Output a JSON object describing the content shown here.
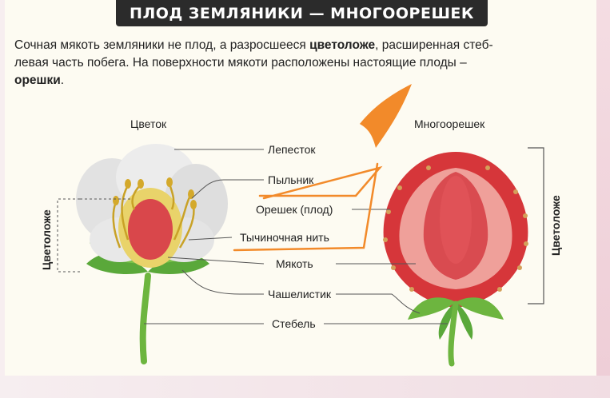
{
  "title": "ПЛОД ЗЕМЛЯНИКИ — МНОГООРЕШЕК",
  "intro": {
    "line1_pre": "Сочная мякоть земляники не плод, а разросшееся ",
    "line1_bold": "цветоложе",
    "line1_post": ", расширенная стеб-",
    "line2": "левая часть побега. На поверхности мякоти расположены настоящие плоды –",
    "line3_bold": "орешки",
    "line3_post": "."
  },
  "headings": {
    "flower": "Цветок",
    "fruit": "Многоорешек"
  },
  "labels": {
    "petal": "Лепесток",
    "anther": "Пыльник",
    "nut": "Орешек (плод)",
    "filament": "Тычиночная нить",
    "pulp": "Мякоть",
    "sepal": "Чашелистик",
    "stem": "Стебель"
  },
  "side_labels": {
    "left": "Цветоложе",
    "right": "Цветоложе"
  },
  "colors": {
    "title_bg": "#2b2b2b",
    "card_bg": "#fdfbf2",
    "strawberry_red": "#d6363a",
    "receptacle_red": "#d9474b",
    "leaf_green": "#6db53f",
    "petal_white": "#ededed",
    "annotation_orange": "#f28a2a"
  },
  "icons": [
    "orange-brush-stroke-icon"
  ]
}
